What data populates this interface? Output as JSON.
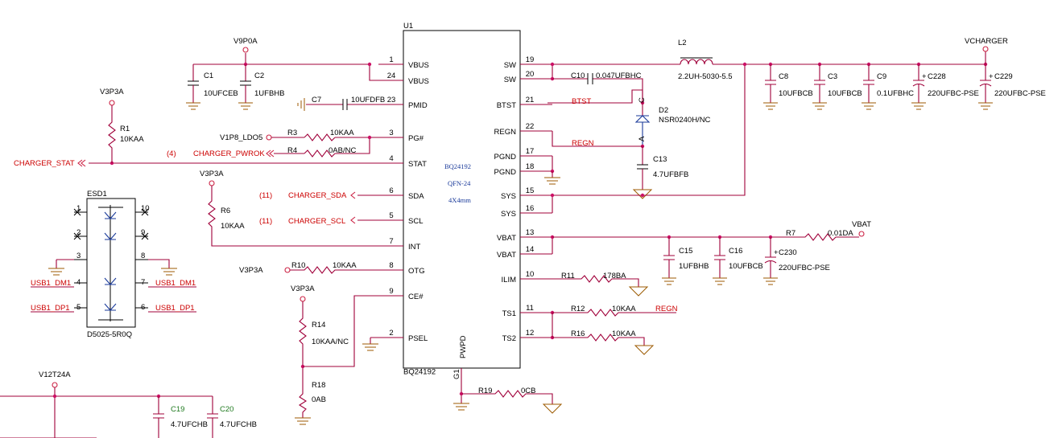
{
  "ic": {
    "ref": "U1",
    "part": "BQ24192",
    "center_text": [
      "BQ24192",
      "QFN-24",
      "4X4mm"
    ],
    "pad_label": "PWPD",
    "pad_pin": "G1",
    "left_pins": [
      {
        "num": "1",
        "name": "VBUS"
      },
      {
        "num": "24",
        "name": "VBUS"
      },
      {
        "num": "23",
        "name": "PMID"
      },
      {
        "num": "3",
        "name": "PG#"
      },
      {
        "num": "4",
        "name": "STAT"
      },
      {
        "num": "6",
        "name": "SDA"
      },
      {
        "num": "5",
        "name": "SCL"
      },
      {
        "num": "7",
        "name": "INT"
      },
      {
        "num": "8",
        "name": "OTG"
      },
      {
        "num": "9",
        "name": "CE#"
      },
      {
        "num": "2",
        "name": "PSEL"
      }
    ],
    "right_pins": [
      {
        "num": "19",
        "name": "SW"
      },
      {
        "num": "20",
        "name": "SW"
      },
      {
        "num": "21",
        "name": "BTST"
      },
      {
        "num": "22",
        "name": "REGN"
      },
      {
        "num": "17",
        "name": "PGND"
      },
      {
        "num": "18",
        "name": "PGND"
      },
      {
        "num": "15",
        "name": "SYS"
      },
      {
        "num": "16",
        "name": "SYS"
      },
      {
        "num": "13",
        "name": "VBAT"
      },
      {
        "num": "14",
        "name": "VBAT"
      },
      {
        "num": "10",
        "name": "ILIM"
      },
      {
        "num": "11",
        "name": "TS1"
      },
      {
        "num": "12",
        "name": "TS2"
      }
    ]
  },
  "esd": {
    "ref": "ESD1",
    "part": "D5025-5R0Q",
    "pins_left": [
      "1",
      "2",
      "3",
      "4",
      "5"
    ],
    "pins_right": [
      "10",
      "9",
      "8",
      "7",
      "6"
    ],
    "nets": {
      "dm1_left": "USB1_DM1",
      "dp1_left": "USB1_DP1",
      "dm1_right": "USB1_DM1",
      "dp1_right": "USB1_DP1"
    }
  },
  "power_nets": {
    "v9p0a": "V9P0A",
    "v3p3a_1": "V3P3A",
    "v3p3a_2": "V3P3A",
    "v3p3a_3": "V3P3A",
    "v3p3a_4": "V3P3A",
    "v1p8": "V1P8_LDO5",
    "vcharger": "VCHARGER",
    "vbat": "VBAT",
    "v12": "V12T24A"
  },
  "signals": {
    "charger_stat": "CHARGER_STAT",
    "charger_pwrok": "CHARGER_PWROK",
    "charger_sda": "CHARGER_SDA",
    "charger_scl": "CHARGER_SCL",
    "ref_4": "(4)",
    "ref_11a": "(11)",
    "ref_11b": "(11)",
    "btst": "BTST",
    "regn": "REGN",
    "regn2": "REGN"
  },
  "components": {
    "C1": {
      "ref": "C1",
      "value": "10UFCEB"
    },
    "C2": {
      "ref": "C2",
      "value": "1UFBHB"
    },
    "C7": {
      "ref": "C7",
      "value": "10UFDFB"
    },
    "R1": {
      "ref": "R1",
      "value": "10KAA"
    },
    "R3": {
      "ref": "R3",
      "value": "10KAA"
    },
    "R4": {
      "ref": "R4",
      "value": "0AB/NC"
    },
    "R6": {
      "ref": "R6",
      "value": "10KAA"
    },
    "R10": {
      "ref": "R10",
      "value": "10KAA"
    },
    "R14": {
      "ref": "R14",
      "value": "10KAA/NC"
    },
    "R18": {
      "ref": "R18",
      "value": "0AB"
    },
    "R19": {
      "ref": "R19",
      "value": "0CB"
    },
    "C10": {
      "ref": "C10",
      "value": "0.047UFBHC"
    },
    "D2": {
      "ref": "D2",
      "value": "NSR0240H/NC",
      "pin_c": "C",
      "pin_a": "A"
    },
    "C13": {
      "ref": "C13",
      "value": "4.7UFBFB"
    },
    "L2": {
      "ref": "L2",
      "value": "2.2UH-5030-5.5"
    },
    "C8": {
      "ref": "C8",
      "value": "10UFBCB"
    },
    "C3": {
      "ref": "C3",
      "value": "10UFBCB"
    },
    "C9": {
      "ref": "C9",
      "value": "0.1UFBHC"
    },
    "C228": {
      "ref": "C228",
      "value": "220UFBC-PSE"
    },
    "C229": {
      "ref": "C229",
      "value": "220UFBC-PSE"
    },
    "R7": {
      "ref": "R7",
      "value": "0.01DA"
    },
    "C15": {
      "ref": "C15",
      "value": "1UFBHB"
    },
    "C16": {
      "ref": "C16",
      "value": "10UFBCB"
    },
    "C230": {
      "ref": "C230",
      "value": "220UFBC-PSE"
    },
    "R11": {
      "ref": "R11",
      "value": "178BA"
    },
    "R12": {
      "ref": "R12",
      "value": "10KAA"
    },
    "R16": {
      "ref": "R16",
      "value": "10KAA"
    },
    "C19": {
      "ref": "C19",
      "value": "4.7UFCHB"
    },
    "C20": {
      "ref": "C20",
      "value": "4.7UFCHB"
    }
  },
  "polarity_marks": {
    "plus1": "+",
    "plus2": "+",
    "plus3": "+"
  }
}
